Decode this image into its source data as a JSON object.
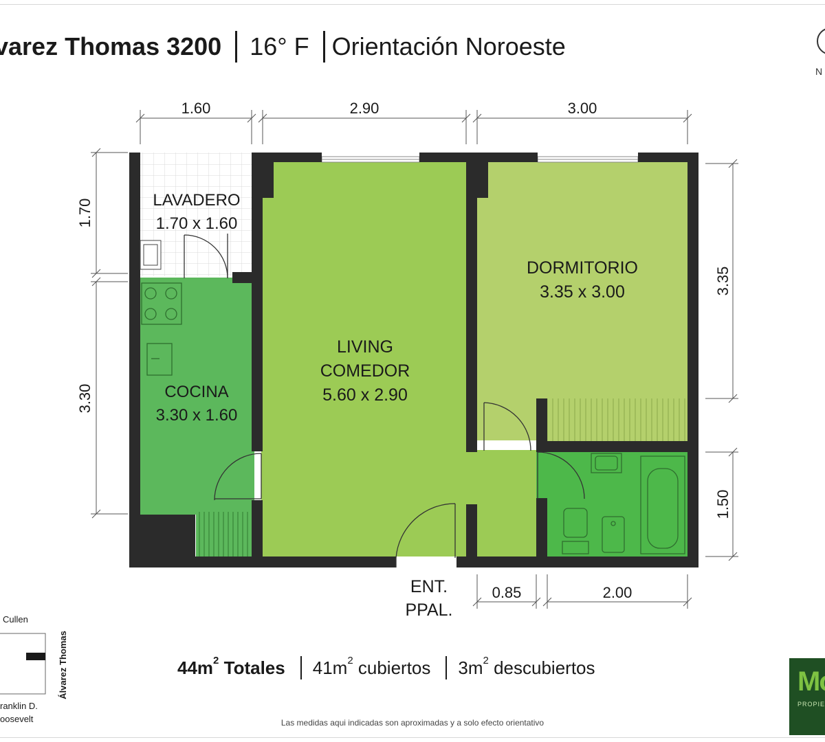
{
  "header": {
    "address": "lvarez Thomas 3200",
    "unit": "16° F",
    "orientation": "Orientación Noroeste",
    "logo_letter": "N"
  },
  "rooms": {
    "lavadero": {
      "name": "LAVADERO",
      "size": "1.70 x 1.60"
    },
    "cocina": {
      "name": "COCINA",
      "size": "3.30 x 1.60"
    },
    "living": {
      "name_line1": "LIVING",
      "name_line2": "COMEDOR",
      "size": "5.60 x 2.90"
    },
    "dormitorio": {
      "name": "DORMITORIO",
      "size": "3.35 x 3.00"
    }
  },
  "entrance": {
    "line1": "ENT.",
    "line2": "PPAL."
  },
  "dimensions": {
    "top": [
      "1.60",
      "2.90",
      "3.00"
    ],
    "left": [
      "1.70",
      "3.30"
    ],
    "right": [
      "3.35",
      "1.50"
    ],
    "bottom": [
      "0.85",
      "2.00"
    ]
  },
  "location_map": {
    "street_top": "Cullen",
    "street_right": "Álvarez Thomas",
    "street_bottom_1": "ranklin D.",
    "street_bottom_2": "oosevelt"
  },
  "totals": {
    "total_value": "44m",
    "total_label": "Totales",
    "covered_value": "41m",
    "covered_label": "cubiertos",
    "uncovered_value": "3m",
    "uncovered_label": "descubiertos",
    "exponent": "2"
  },
  "disclaimer": "Las medidas aqui indicadas son aproximadas y a solo efecto orientativo",
  "brand": {
    "logo_text": "Mo",
    "tagline": "PROPIED"
  },
  "colors": {
    "wall": "#2b2b2b",
    "living_green": "#9ccb55",
    "dorm_green": "#b4d06c",
    "kitchen_green": "#5cb85c",
    "bath_green": "#4db84a",
    "brand_dark": "#1f4f23"
  }
}
